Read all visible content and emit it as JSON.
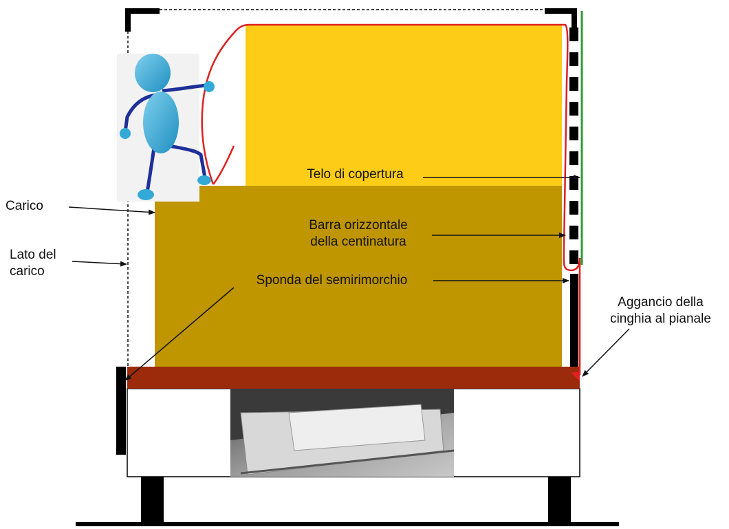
{
  "labels": {
    "telo": "Telo di copertura",
    "carico": "Carico",
    "lato_line1": "Lato del",
    "lato_line2": "carico",
    "barra_line1": "Barra orizzontale",
    "barra_line2": "della centinatura",
    "sponda": "Sponda del semirimorchio",
    "aggancio_line1": "Aggancio della",
    "aggancio_line2": "cinghia al pianale"
  },
  "colors": {
    "upper_load": "#fccc16",
    "lower_load": "#bf9500",
    "deck": "#9b2b0a",
    "tarp_line": "#e02020",
    "frame_green": "#2f9a2f",
    "figure_body": "#33a9d8",
    "figure_limbs": "#1f2f9a",
    "frame_black": "#000000"
  }
}
